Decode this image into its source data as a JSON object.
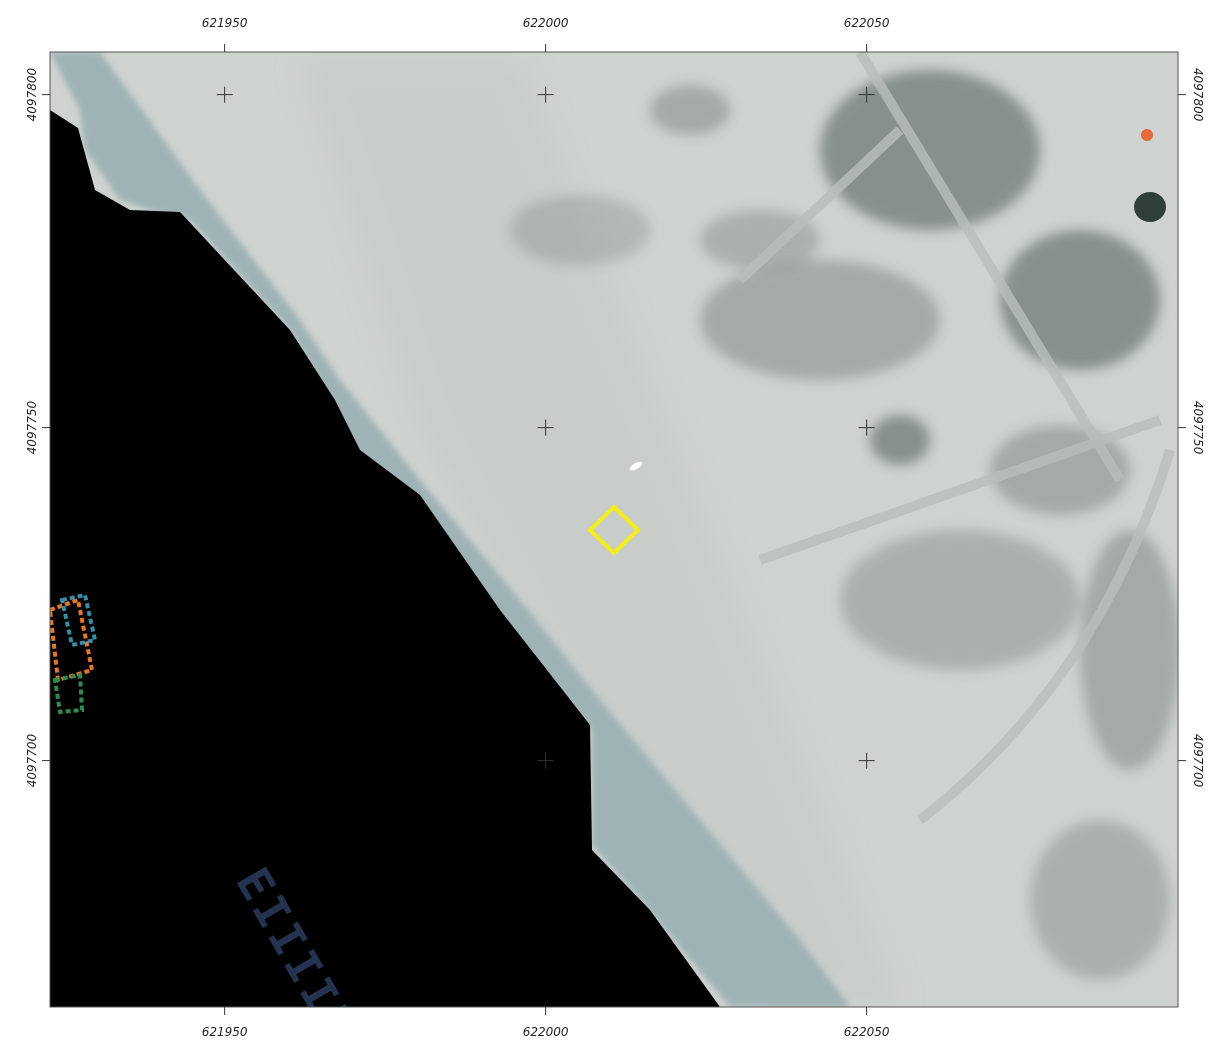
{
  "map": {
    "x_ticks": [
      {
        "value": 621950,
        "label": "621950"
      },
      {
        "value": 622000,
        "label": "622000"
      },
      {
        "value": 622050,
        "label": "622050"
      }
    ],
    "y_ticks": [
      {
        "value": 4097800,
        "label": "4097800"
      },
      {
        "value": 4097750,
        "label": "4097750"
      },
      {
        "value": 4097700,
        "label": "4097700"
      }
    ],
    "x_range": [
      621922.8,
      622098.5
    ],
    "y_range": [
      4097663,
      4097806.4
    ],
    "grid_crosses": [
      [
        621950,
        4097800
      ],
      [
        622000,
        4097800
      ],
      [
        622050,
        4097800
      ],
      [
        622000,
        4097750
      ],
      [
        622050,
        4097750
      ],
      [
        622000,
        4097700
      ],
      [
        622050,
        4097700
      ]
    ],
    "colors": {
      "ocean": "#000000",
      "sand": "#cfd3cf",
      "surf": "#9fb3b6",
      "vegetation": "#6f7a76",
      "highlight": "#f3ee1a",
      "parcel_orange": "#e07a2a",
      "parcel_blue": "#3a8aa8",
      "parcel_green": "#2f8a4e",
      "seabed_text": "#2b3c5e"
    }
  }
}
